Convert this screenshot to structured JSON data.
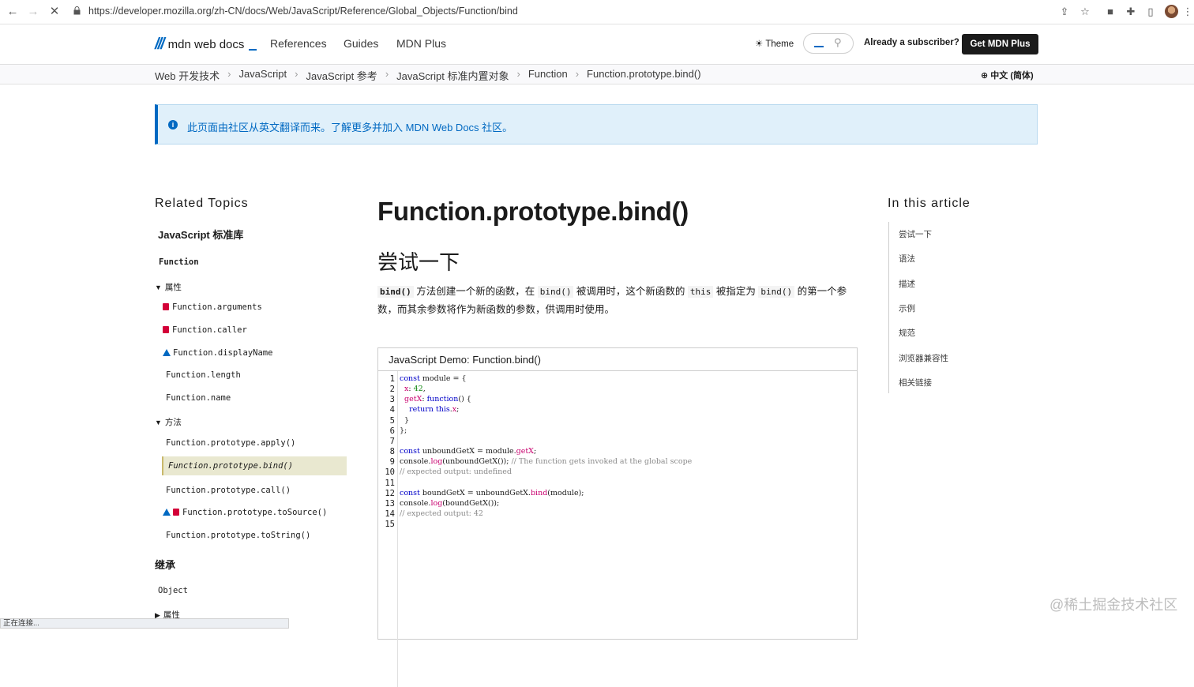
{
  "browser": {
    "url": "https://developer.mozilla.org/zh-CN/docs/Web/JavaScript/Reference/Global_Objects/Function/bind"
  },
  "header": {
    "logo_text": "mdn web docs",
    "nav": [
      "References",
      "Guides",
      "MDN Plus"
    ],
    "theme_label": "Theme",
    "subscriber_text": "Already a subscriber?",
    "get_plus_label": "Get MDN Plus"
  },
  "breadcrumb": [
    "Web 开发技术",
    "JavaScript",
    "JavaScript 参考",
    "JavaScript 标准内置对象",
    "Function",
    "Function.prototype.bind()"
  ],
  "language": "中文 (简体)",
  "notice": "此页面由社区从英文翻译而来。了解更多并加入 MDN Web Docs 社区。",
  "sidebar": {
    "title": "Related Topics",
    "section": "JavaScript 标准库",
    "object": "Function",
    "properties_label": "属性",
    "properties": [
      "Function.arguments",
      "Function.caller",
      "Function.displayName",
      "Function.length",
      "Function.name"
    ],
    "methods_label": "方法",
    "methods": [
      "Function.prototype.apply()",
      "Function.prototype.bind()",
      "Function.prototype.call()",
      "Function.prototype.toSource()",
      "Function.prototype.toString()"
    ],
    "inheritance_label": "继承",
    "inherit_object": "Object",
    "inherit_props_label": "属性"
  },
  "main": {
    "title": "Function.prototype.bind()",
    "subtitle": "尝试一下",
    "desc_code1": "bind()",
    "desc_t1": " 方法创建一个新的函数，在 ",
    "desc_code2": "bind()",
    "desc_t2": " 被调用时，这个新函数的 ",
    "desc_code3": "this",
    "desc_t3": " 被指定为 ",
    "desc_code4": "bind()",
    "desc_t4": " 的第一个参数，而其余参数将作为新函数的参数，供调用时使用。"
  },
  "demo": {
    "title": "JavaScript Demo: Function.bind()",
    "line_numbers": [
      "1",
      "2",
      "3",
      "4",
      "5",
      "6",
      "7",
      "8",
      "9",
      "10",
      "11",
      "12",
      "13",
      "14",
      "15"
    ]
  },
  "toc": {
    "title": "In this article",
    "items": [
      "尝试一下",
      "语法",
      "描述",
      "示例",
      "规范",
      "浏览器兼容性",
      "相关链接"
    ]
  },
  "watermark": "@稀土掘金技术社区",
  "status_text": "正在连接..."
}
